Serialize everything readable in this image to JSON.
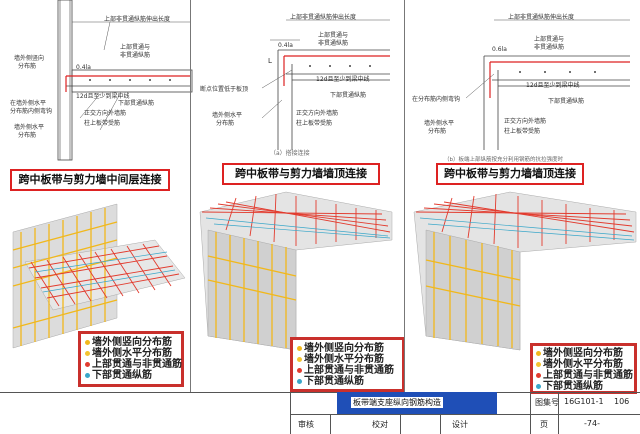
{
  "panel1": {
    "labels": [
      "上部非贯通纵筋伸出长度",
      "上部贯通与",
      "非贯通纵筋",
      "墙外侧竖向",
      "分布筋",
      "0.4la",
      "12d且至少到梁中线",
      "在墙外侧水平",
      "分布筋内侧弯钩",
      "墙外侧水平",
      "分布筋",
      "正交方向外墙筋",
      "柱上板带受筋",
      "下部贯通纵筋"
    ],
    "title": "跨中板带与剪力墙中间层连接",
    "legend": [
      "墙外侧竖向分布筋",
      "墙外侧水平分布筋",
      "上部贯通与非贯通筋",
      "下部贯通纵筋"
    ]
  },
  "panel2": {
    "labels": [
      "上部非贯通纵筋伸出长度",
      "上部贯通与",
      "非贯通纵筋",
      "0.4la",
      "12d且至少到梁中线",
      "断点位置低于板顶",
      "墙外侧水平",
      "分布筋",
      "正交方向外墙筋",
      "柱上板带受筋",
      "下部贯通纵筋",
      "L"
    ],
    "caption": "（a）搭接连接",
    "title": "跨中板带与剪力墙墙顶连接",
    "legend": [
      "墙外侧竖向分布筋",
      "墙外侧水平分布筋",
      "上部贯通与非贯通筋",
      "下部贯通纵筋"
    ]
  },
  "panel3": {
    "labels": [
      "上部非贯通纵筋伸出长度",
      "上部贯通与",
      "非贯通纵筋",
      "0.6la",
      "12d且至少到梁中线",
      "在分布筋内侧弯钩",
      "墙外侧水平",
      "分布筋",
      "正交方向外墙筋",
      "柱上板带受筋",
      "下部贯通纵筋"
    ],
    "caption": "（b）板端上部纵筋按充分利用钢筋的抗拉强度时",
    "title": "跨中板带与剪力墙墙顶连接",
    "legend": [
      "墙外侧竖向分布筋",
      "墙外侧水平分布筋",
      "上部贯通与非贯通筋",
      "下部贯通纵筋"
    ]
  },
  "title_block": {
    "banner": "板带端支座纵向钢筋构造",
    "atlas_no": "16G101-1",
    "atlas_no_label": "图集号",
    "page_label": "页",
    "page_value": "-74-",
    "sheet_code": "106",
    "review": "审核",
    "check": "校对",
    "design": "设计"
  },
  "colors": {
    "vertical": "#f1b81c",
    "horizontal": "#f4c430",
    "top_bar": "#e23b2e",
    "bottom_bar": "#3aa7c9",
    "frame": "#c9302c"
  }
}
